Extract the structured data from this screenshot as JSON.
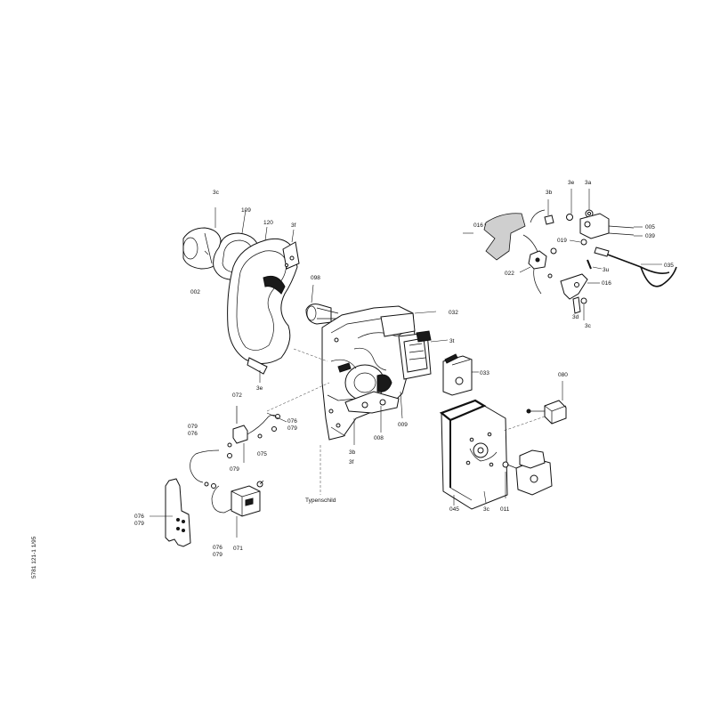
{
  "drawing": {
    "side_reference": "5781 121-1   1/95",
    "labels": {
      "p002": "002",
      "p3c_top": "3c",
      "p109": "109",
      "p120": "120",
      "p3f_top": "3f",
      "p098": "098",
      "p032": "032",
      "p3t": "3t",
      "p033": "033",
      "p3e": "3e",
      "p072": "072",
      "p076_a": "076",
      "p079_a": "079",
      "p079_b": "079",
      "p076_b": "076",
      "p079_c": "079",
      "p075": "075",
      "p3b": "3b",
      "p3f_mid": "3f",
      "p008": "008",
      "p009": "009",
      "typenschild": "Typenschild",
      "p076_c": "076",
      "p079_d": "079",
      "p076_d": "076",
      "p079_e": "079",
      "p071": "071",
      "p045": "045",
      "p3c_bot": "3c",
      "p011": "011",
      "p080": "080",
      "p016_a": "016",
      "p3b_r": "3b",
      "p3e_r": "3e",
      "p3a_r": "3a",
      "p005": "005",
      "p039": "039",
      "p019": "019",
      "p3u": "3u",
      "p035": "035",
      "p022": "022",
      "p016_b": "016",
      "p3d": "3d",
      "p3c_r": "3c"
    }
  }
}
